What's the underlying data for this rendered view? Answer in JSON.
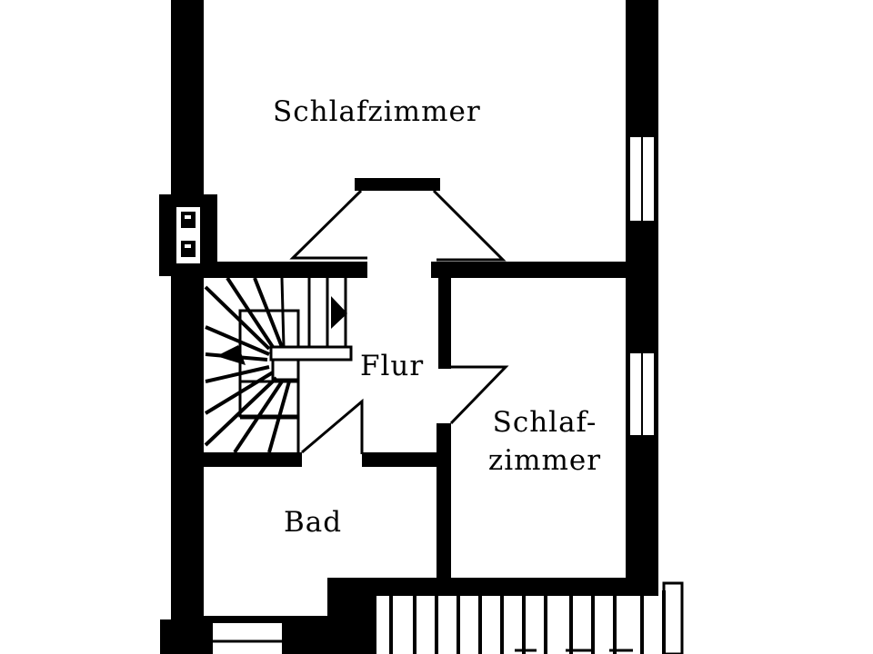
{
  "colors": {
    "wall": "#000000",
    "background": "#ffffff",
    "label": "#000000"
  },
  "rooms": [
    {
      "id": "schlafzimmer-1",
      "label": "Schlafzimmer"
    },
    {
      "id": "flur",
      "label": "Flur"
    },
    {
      "id": "schlafzimmer-2",
      "label_line1": "Schlaf-",
      "label_line2": "zimmer"
    },
    {
      "id": "bad",
      "label": "Bad"
    }
  ],
  "symbols": {
    "chimney": "chimney-icon",
    "staircase": "staircase-icon",
    "stair_direction_arrow": "arrow-right-icon",
    "balcony_railing": "railing-icon",
    "windows": [
      "window-right-upper",
      "window-right-lower",
      "window-bottom-left"
    ]
  }
}
